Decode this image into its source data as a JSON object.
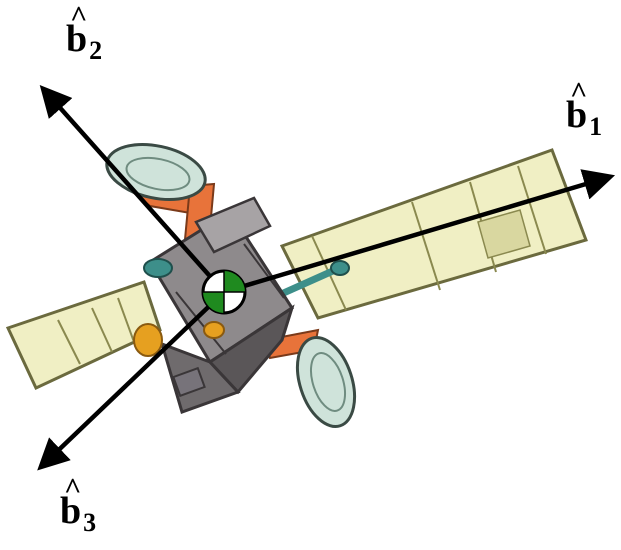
{
  "axes": {
    "b1": {
      "letter": "b",
      "hat": "^",
      "index": "1"
    },
    "b2": {
      "letter": "b",
      "hat": "^",
      "index": "2"
    },
    "b3": {
      "letter": "b",
      "hat": "^",
      "index": "3"
    }
  },
  "colors": {
    "solar_panel_fill": "#f0efc4",
    "solar_panel_stroke": "#6b6a3e",
    "body_fill": "#8e8a8c",
    "body_dark": "#5a5658",
    "boom_orange": "#e8733a",
    "dish_fill": "#cfe3da",
    "teal": "#3d8f8a",
    "gold": "#e6a020",
    "cg_green": "#1f8a1f",
    "axis_color": "#000000"
  }
}
